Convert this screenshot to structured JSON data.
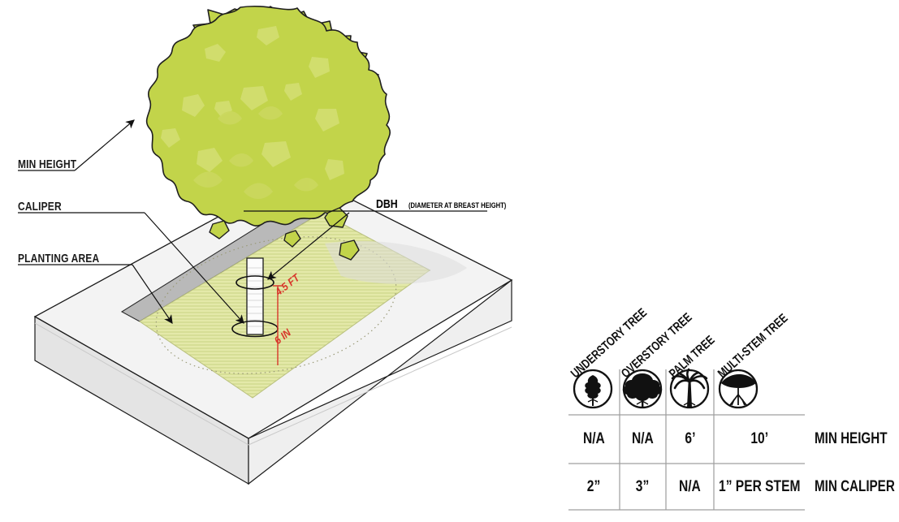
{
  "diagram": {
    "labels": {
      "min_height": "MIN HEIGHT",
      "caliper": "CALIPER",
      "planting_area": "PLANTING AREA",
      "dbh_abbr": "DBH",
      "dbh_expansion": "(DIAMETER AT BREAST HEIGHT)"
    },
    "dimensions": {
      "breast_height": "4.5 FT",
      "caliper_height": "6 IN"
    },
    "colors": {
      "canopy": "#c2d44a",
      "canopy_light": "#d2de6f",
      "canopy_shadow": "#b4c73e",
      "slab": "#f2f2f2",
      "slab_side": "#e8e8e8",
      "planting_fill": "#e2e7a8",
      "curb": "#b9b9b9",
      "dimension_red": "#d8352a",
      "outline": "#1a1a1a"
    }
  },
  "table": {
    "columns": [
      {
        "header": "UNDERSTORY TREE",
        "icon": "understory-tree-icon",
        "min_height": "N/A",
        "min_caliper": "2”"
      },
      {
        "header": "OVERSTORY TREE",
        "icon": "overstory-tree-icon",
        "min_height": "N/A",
        "min_caliper": "3”"
      },
      {
        "header": "PALM TREE",
        "icon": "palm-tree-icon",
        "min_height": "6’",
        "min_caliper": "N/A"
      },
      {
        "header": "MULTI-STEM TREE",
        "icon": "multi-stem-tree-icon",
        "min_height": "10’",
        "min_caliper": "1” PER STEM"
      }
    ],
    "row_labels": {
      "min_height": "MIN HEIGHT",
      "min_caliper": "MIN CALIPER"
    }
  }
}
